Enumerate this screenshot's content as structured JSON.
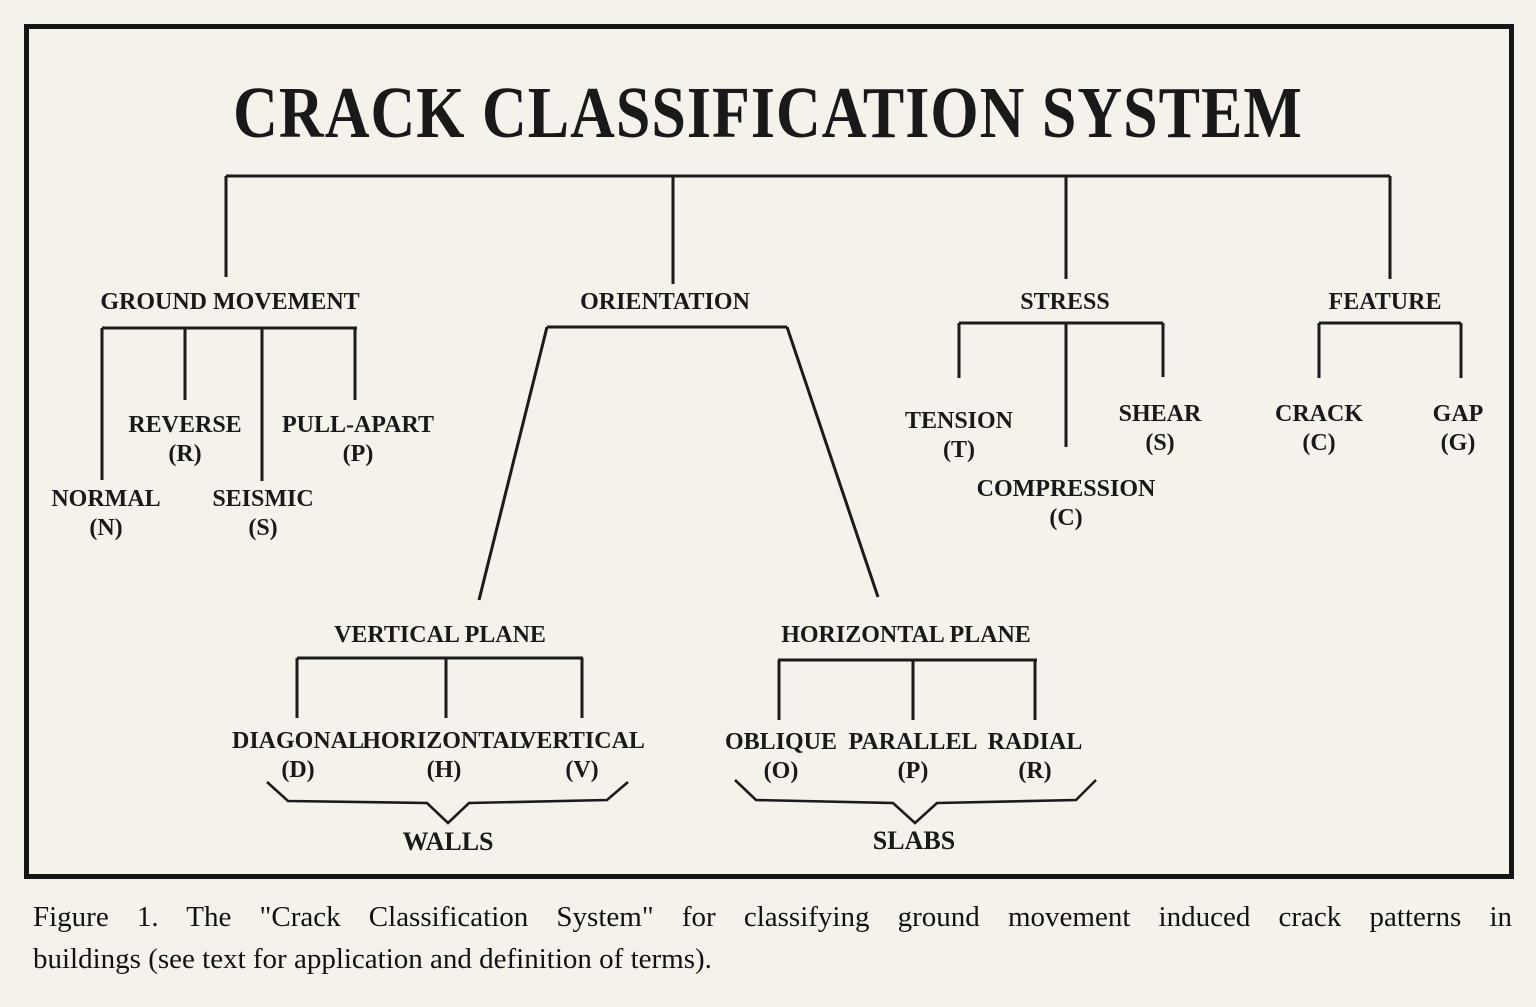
{
  "title": "CRACK CLASSIFICATION SYSTEM",
  "branches": {
    "ground_movement": {
      "label": "GROUND MOVEMENT",
      "children": [
        {
          "label": "NORMAL",
          "code": "(N)"
        },
        {
          "label": "REVERSE",
          "code": "(R)"
        },
        {
          "label": "SEISMIC",
          "code": "(S)"
        },
        {
          "label": "PULL-APART",
          "code": "(P)"
        }
      ]
    },
    "orientation": {
      "label": "ORIENTATION",
      "planes": [
        {
          "label": "VERTICAL PLANE",
          "group": "WALLS",
          "children": [
            {
              "label": "DIAGONAL",
              "code": "(D)"
            },
            {
              "label": "HORIZONTAL",
              "code": "(H)"
            },
            {
              "label": "VERTICAL",
              "code": "(V)"
            }
          ]
        },
        {
          "label": "HORIZONTAL PLANE",
          "group": "SLABS",
          "children": [
            {
              "label": "OBLIQUE",
              "code": "(O)"
            },
            {
              "label": "PARALLEL",
              "code": "(P)"
            },
            {
              "label": "RADIAL",
              "code": "(R)"
            }
          ]
        }
      ]
    },
    "stress": {
      "label": "STRESS",
      "children": [
        {
          "label": "TENSION",
          "code": "(T)"
        },
        {
          "label": "COMPRESSION",
          "code": "(C)"
        },
        {
          "label": "SHEAR",
          "code": "(S)"
        }
      ]
    },
    "feature": {
      "label": "FEATURE",
      "children": [
        {
          "label": "CRACK",
          "code": "(C)"
        },
        {
          "label": "GAP",
          "code": "(G)"
        }
      ]
    }
  },
  "caption": {
    "line1": "Figure 1.  The \"Crack Classification System\" for classifying ground movement induced crack patterns in",
    "line2": "buildings (see text for application and definition of terms)."
  },
  "colors": {
    "ink": "#191919",
    "paper": "#f4f2eb"
  }
}
